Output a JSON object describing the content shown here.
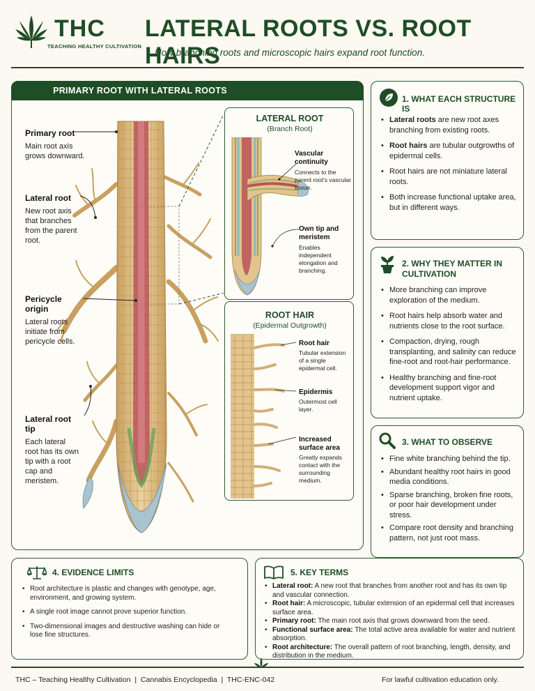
{
  "header": {
    "brand": "THC",
    "brand_sub": "TEACHING HEALTHY CULTIVATION",
    "title": "LATERAL ROOTS VS. ROOT HAIRS",
    "subtitle": "How branching roots and microscopic hairs expand root function."
  },
  "diagram": {
    "panel_title": "PRIMARY ROOT WITH LATERAL ROOTS",
    "labels": [
      {
        "title": "Primary root",
        "desc": "Main root axis grows downward."
      },
      {
        "title": "Lateral root",
        "desc": "New root axis that branches from the parent root."
      },
      {
        "title": "Pericycle origin",
        "desc": "Lateral roots initiate from pericycle cells."
      },
      {
        "title": "Lateral root tip",
        "desc": "Each lateral root has its own tip with a root cap and meristem."
      }
    ],
    "lateral_inset": {
      "title": "LATERAL ROOT",
      "subtitle": "(Branch Root)",
      "labels": [
        {
          "title": "Vascular continuity",
          "desc": "Connects to the parent root's vascular tissue."
        },
        {
          "title": "Own tip and meristem",
          "desc": "Enables independent elongation and branching."
        }
      ]
    },
    "hair_inset": {
      "title": "ROOT HAIR",
      "subtitle": "(Epidermal Outgrowth)",
      "labels": [
        {
          "title": "Root hair",
          "desc": "Tubular extension of a single epidermal cell."
        },
        {
          "title": "Epidermis",
          "desc": "Outermost cell layer."
        },
        {
          "title": "Increased surface area",
          "desc": "Greatly expands contact with the surrounding medium."
        }
      ]
    }
  },
  "cards": [
    {
      "title": "1. WHAT EACH STRUCTURE IS",
      "icon": "leaf-icon",
      "items": [
        {
          "bold": "Lateral roots",
          "text": " are new root axes branching from existing roots."
        },
        {
          "bold": "Root hairs",
          "text": " are tubular outgrowths of epidermal cells."
        },
        {
          "bold": "",
          "text": "Root hairs are not miniature lateral roots."
        },
        {
          "bold": "",
          "text": "Both increase functional uptake area, but in different ways."
        }
      ]
    },
    {
      "title": "2. WHY THEY MATTER IN CULTIVATION",
      "icon": "potted-plant-icon",
      "items": [
        {
          "bold": "",
          "text": "More branching can improve exploration of the medium."
        },
        {
          "bold": "",
          "text": "Root hairs help absorb water and nutrients close to the root surface."
        },
        {
          "bold": "",
          "text": "Compaction, drying, rough transplanting, and salinity can reduce fine-root and root-hair performance."
        },
        {
          "bold": "",
          "text": "Healthy branching and fine-root development support vigor and nutrient uptake."
        }
      ]
    },
    {
      "title": "3. WHAT TO OBSERVE",
      "icon": "magnifier-icon",
      "items": [
        {
          "bold": "",
          "text": "Fine white branching behind the tip."
        },
        {
          "bold": "",
          "text": "Abundant healthy root hairs in good media conditions."
        },
        {
          "bold": "",
          "text": "Sparse branching, broken fine roots, or poor hair development under stress."
        },
        {
          "bold": "",
          "text": "Compare root density and branching pattern, not just root mass."
        }
      ]
    }
  ],
  "evidence": {
    "title": "4. EVIDENCE LIMITS",
    "items": [
      "Root architecture is plastic and changes with genotype, age, environment, and growing system.",
      "A single root image cannot prove superior function.",
      "Two-dimensional images and destructive washing can hide or lose fine structures."
    ]
  },
  "terms": {
    "title": "5. KEY TERMS",
    "items": [
      {
        "term": "Lateral root:",
        "def": " A new root that branches from another root and has its own tip and vascular connection."
      },
      {
        "term": "Root hair:",
        "def": " A microscopic, tubular extension of an epidermal cell that increases surface area."
      },
      {
        "term": "Primary root:",
        "def": " The main root axis that grows downward from the seed."
      },
      {
        "term": "Functional surface area:",
        "def": " The total active area available for water and nutrient absorption."
      },
      {
        "term": "Root architecture:",
        "def": " The overall pattern of root branching, length, density, and distribution in the medium."
      }
    ]
  },
  "footer": {
    "left": "THC – Teaching Healthy Cultivation  |  Cannabis Encyclopedia  |  THC-ENC-042",
    "right": "For lawful cultivation education only."
  },
  "colors": {
    "brand_green": "#1f4d26",
    "root_tan": "#e2c48c",
    "vascular_red": "#b9545a",
    "cap_blue": "#a9c3d0"
  }
}
